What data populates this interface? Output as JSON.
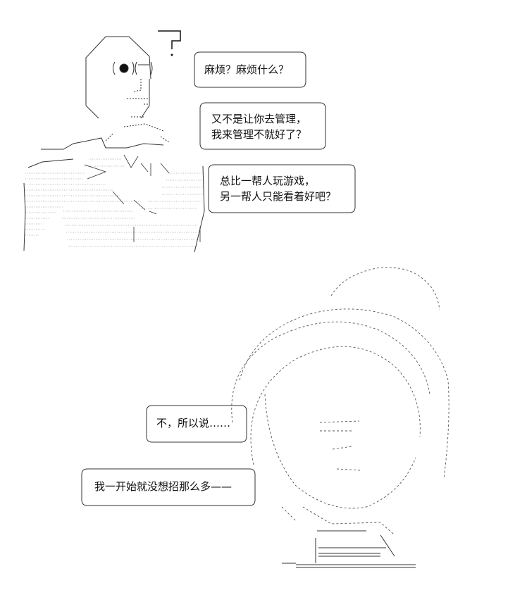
{
  "bubbles": [
    {
      "lines": [
        "麻烦？麻烦什么？"
      ]
    },
    {
      "lines": [
        "又不是让你去管理，",
        "我来管理不就好了？"
      ]
    },
    {
      "lines": [
        "总比一帮人玩游戏，",
        "另一帮人只能看着好吧？"
      ]
    },
    {
      "lines": [
        "不，所以说……"
      ]
    },
    {
      "lines": [
        "我一开始就没想招那么多——"
      ]
    }
  ],
  "mark": "?"
}
